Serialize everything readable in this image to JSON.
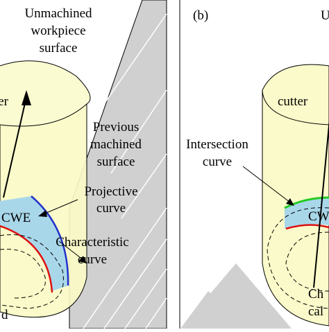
{
  "panel_a": {
    "labels": {
      "unmachined_line1": "Unmachined",
      "unmachined_line2": "workpiece",
      "unmachined_line3": "surface",
      "cutter": "cutter",
      "previous_line1": "Previous",
      "previous_line2": "machined",
      "previous_line3": "surface",
      "projective_line1": "Projective",
      "projective_line2": "curve",
      "cwe": "CWE",
      "characteristic_line1": "Characteristic",
      "characteristic_line2": "curve",
      "cut_left_letter": "d"
    }
  },
  "panel_b": {
    "labels": {
      "panel_tag": "(b)",
      "top_right_fragment": "U",
      "cutter": "cutter",
      "intersection_line1": "Intersection",
      "intersection_line2": "curve",
      "cwe": "CWE",
      "bottom_fragment_line1": "Ch",
      "bottom_fragment_line2": "cal"
    }
  },
  "colors": {
    "cutter_fill": "#fafac6",
    "workpiece_gray": "#d0d0d0",
    "cwe_fill": "#a9d7ea",
    "projective_curve": "#2233cc",
    "characteristic_curve": "#dd1111",
    "intersection_curve": "#22cc22",
    "outline": "#000000"
  }
}
